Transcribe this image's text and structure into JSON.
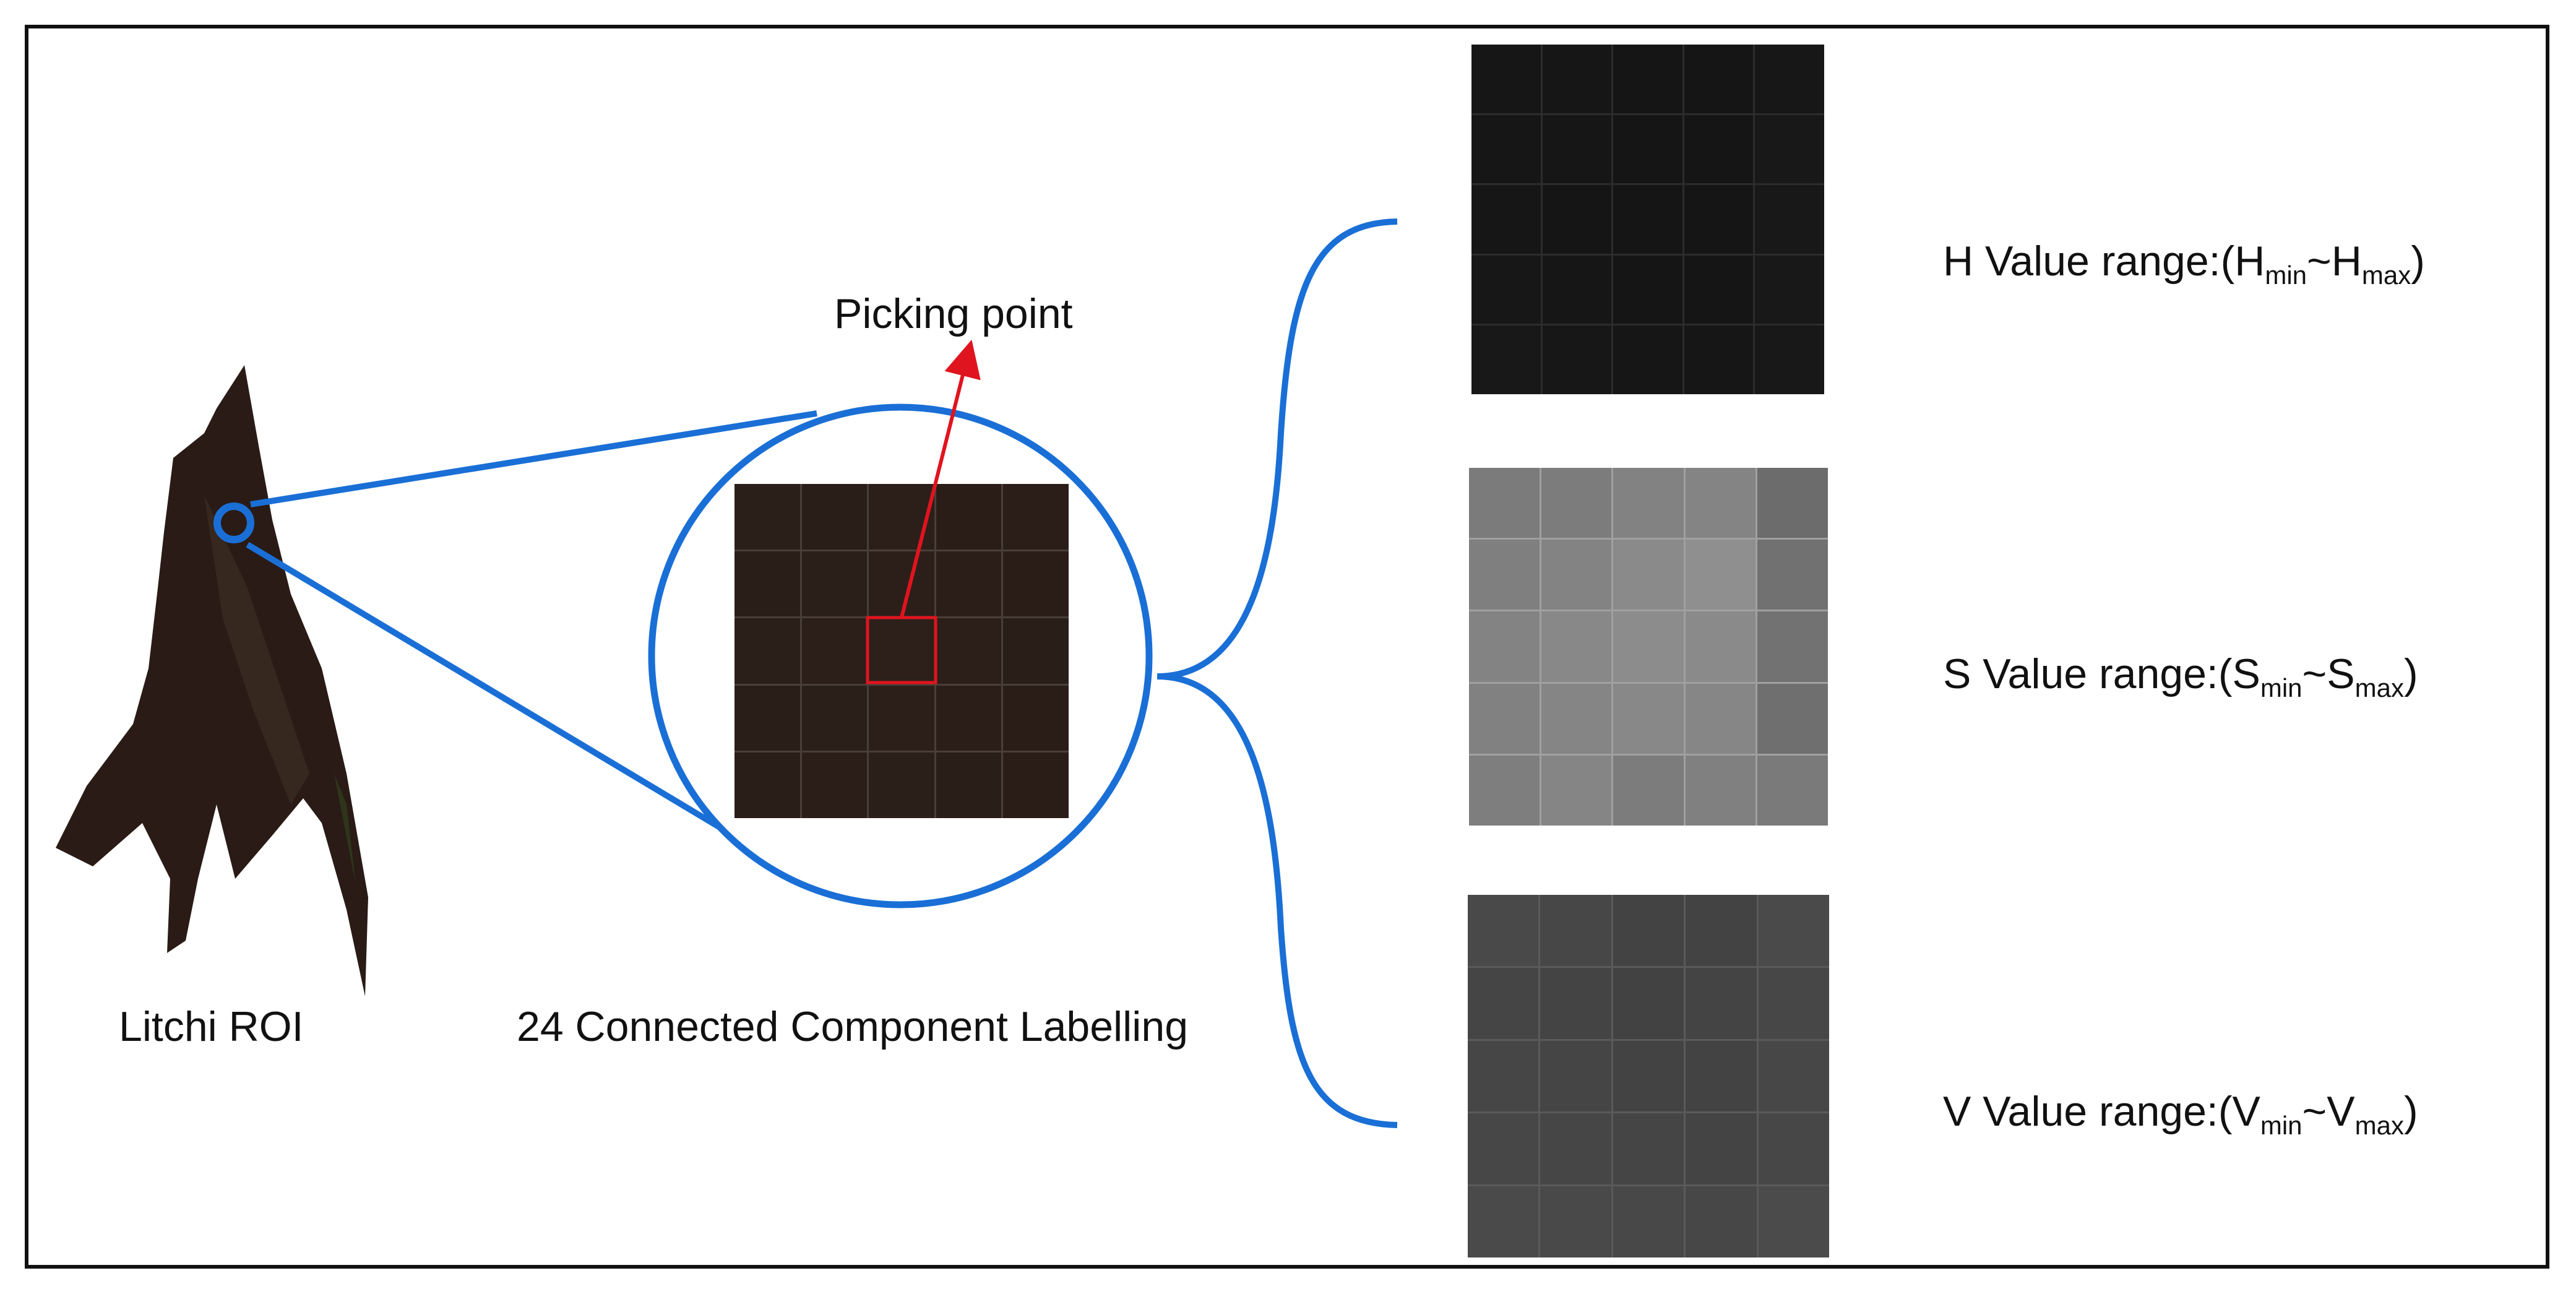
{
  "labels": {
    "roi": "Litchi ROI",
    "ccl": "24 Connected Component Labelling",
    "picking_point": "Picking point",
    "h_range": {
      "prefix": "H Value range:(",
      "a": "H",
      "a_sub": "min",
      "sep": "~",
      "b": "H",
      "b_sub": "max",
      "suffix": ")"
    },
    "s_range": {
      "prefix": "S Value range:(",
      "a": "S",
      "a_sub": "min",
      "sep": "~",
      "b": "S",
      "b_sub": "max",
      "suffix": ")"
    },
    "v_range": {
      "prefix": "V Value range:(",
      "a": "V",
      "a_sub": "min",
      "sep": "~",
      "b": "V",
      "b_sub": "max",
      "suffix": ")"
    }
  },
  "colors": {
    "accent_blue": "#1a6fd6",
    "arrow_red": "#e0141e",
    "frame": "#111111"
  },
  "grids": {
    "zoom": {
      "grid_color": "#4a3f38",
      "cells": [
        "#2b1f19",
        "#2a1e18",
        "#2c1f19",
        "#2a1d17",
        "#2b1e19",
        "#2a1e18",
        "#2b1f19",
        "#2c1f1a",
        "#2b1e18",
        "#2a1d18",
        "#2b1f19",
        "#2c1f19",
        "#2d201a",
        "#2c1f19",
        "#2a1e18",
        "#2a1e18",
        "#2b1f19",
        "#2c1f19",
        "#2b1e18",
        "#2a1d18",
        "#2a1e18",
        "#2b1e18",
        "#2b1f19",
        "#2a1e18",
        "#2a1d17"
      ]
    },
    "h": {
      "grid_color": "#2c2c2c",
      "cells": [
        "#161616",
        "#161616",
        "#151515",
        "#151515",
        "#171717",
        "#161616",
        "#161616",
        "#151515",
        "#151515",
        "#181818",
        "#161616",
        "#151515",
        "#151515",
        "#151515",
        "#181818",
        "#171717",
        "#161616",
        "#151515",
        "#151515",
        "#181818",
        "#181818",
        "#171717",
        "#161616",
        "#161616",
        "#181818"
      ]
    },
    "s": {
      "grid_color": "#a0a0a0",
      "cells": [
        "#7b7b7b",
        "#7c7c7c",
        "#828282",
        "#848484",
        "#6c6c6c",
        "#7f7f7f",
        "#838383",
        "#8a8a8a",
        "#8f8f8f",
        "#717171",
        "#838383",
        "#888888",
        "#8c8c8c",
        "#8a8a8a",
        "#727272",
        "#818181",
        "#858585",
        "#888888",
        "#868686",
        "#6f6f6f",
        "#7e7e7e",
        "#858585",
        "#7c7c7c",
        "#808080",
        "#7a7a7a"
      ]
    },
    "v": {
      "grid_color": "#5a5a5a",
      "cells": [
        "#494949",
        "#474747",
        "#434343",
        "#434343",
        "#4a4a4a",
        "#454545",
        "#444444",
        "#424242",
        "#444444",
        "#474747",
        "#464646",
        "#454545",
        "#434343",
        "#434343",
        "#474747",
        "#474747",
        "#464646",
        "#454545",
        "#444444",
        "#474747",
        "#4a4a4a",
        "#494949",
        "#484848",
        "#474747",
        "#4b4b4b"
      ]
    }
  }
}
